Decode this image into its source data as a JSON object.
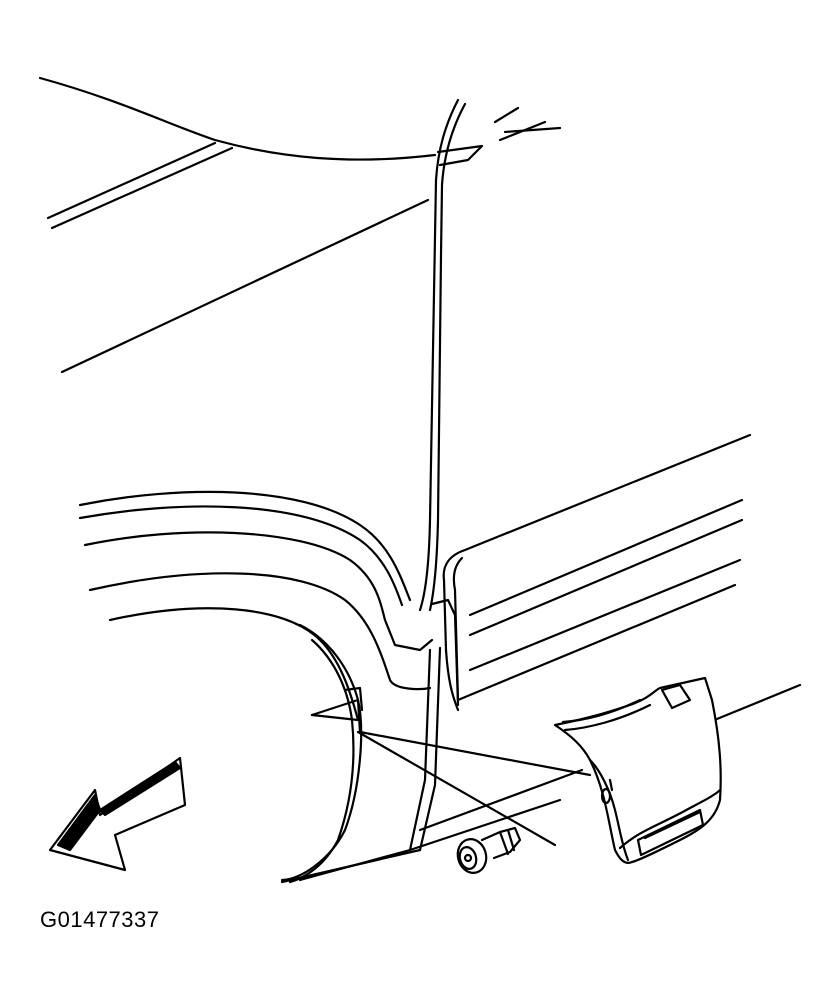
{
  "figure": {
    "id_label": "G01477337"
  },
  "icons": {
    "direction_arrow": "front-direction-arrow",
    "screw": "screw-fastener",
    "molding": "rocker-molding-end-cap"
  }
}
